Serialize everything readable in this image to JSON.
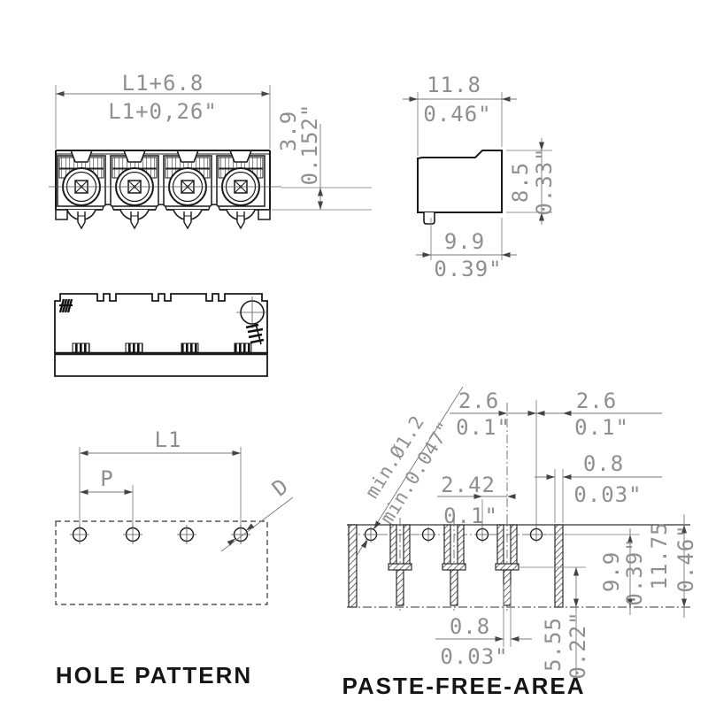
{
  "drawing": {
    "front_view": {
      "dim_width_mm": "L1+6.8",
      "dim_width_inch": "L1+0,26\"",
      "dim_height_mm": "3.9",
      "dim_height_inch": "0.152\""
    },
    "side_view": {
      "dim_width_mm": "11.8",
      "dim_width_inch": "0.46\"",
      "dim_height_mm": "8.5",
      "dim_height_inch": "0.33\"",
      "dim_depth_mm": "9.9",
      "dim_depth_inch": "0.39\""
    },
    "hole_pattern": {
      "title": "HOLE PATTERN",
      "dim_span": "L1",
      "dim_pitch": "P",
      "dim_diameter": "D"
    },
    "paste_free_area": {
      "title": "PASTE-FREE-AREA",
      "min_drill_mm": "min.Ø1.2",
      "min_drill_inch": "min.0.047\"",
      "left_clearance_mm": "2.6",
      "left_clearance_inch": "0.1\"",
      "right_clearance_mm": "2.6",
      "right_clearance_inch": "0.1\"",
      "edge_strip_mm": "0.8",
      "edge_strip_inch": "0.03\"",
      "pad_offset_mm": "2.42",
      "pad_offset_inch": "0.1\"",
      "stem_width_mm": "0.8",
      "stem_width_inch": "0.03\"",
      "solder_height_mm": "5.55",
      "solder_height_inch": "0.22\"",
      "hole_height_mm": "9.9",
      "hole_height_inch": "0.39\"",
      "total_height_mm": "11.75",
      "total_height_inch": "0.46\""
    }
  }
}
